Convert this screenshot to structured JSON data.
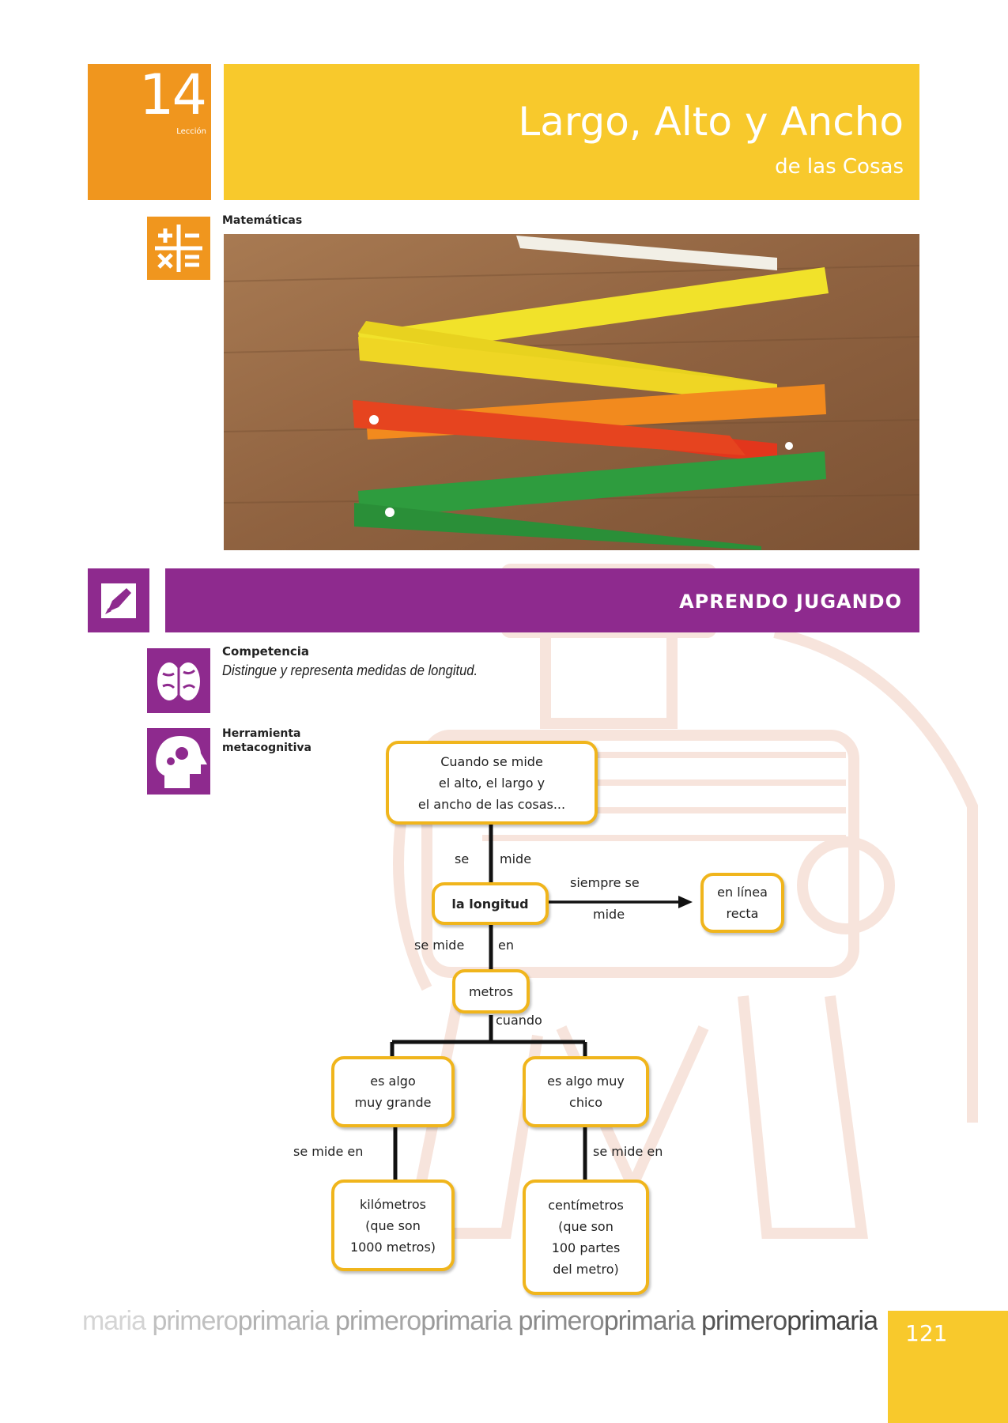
{
  "lesson": {
    "number": "14",
    "label": "Lección"
  },
  "title": {
    "main": "Largo, Alto y Ancho",
    "sub": "de las Cosas"
  },
  "subject": {
    "label": "Matemáticas",
    "icon": "math-operations-icon"
  },
  "section": {
    "title": "APRENDO JUGANDO",
    "icon": "rocket-icon"
  },
  "competence": {
    "label": "Competencia",
    "text": "Distingue y representa medidas de longitud.",
    "icon": "brain-icon"
  },
  "tool": {
    "label": "Herramienta metacognitiva",
    "icon": "head-gears-icon"
  },
  "concept_map": {
    "root": "Cuando se mide\nel alto, el largo y\nel ancho de las cosas...",
    "root_links": [
      "se",
      "mide"
    ],
    "center": "la longitud",
    "side_link": [
      "siempre se",
      "mide"
    ],
    "side": "en línea\nrecta",
    "down_links": [
      "se mide",
      "en"
    ],
    "unit": "metros",
    "branch_link": "cuando",
    "left_case": "es algo\nmuy grande",
    "right_case": "es algo muy\nchico",
    "left_link": "se mide en",
    "right_link": "se mide en",
    "left_unit": "kilómetros\n(que son\n1000 metros)",
    "right_unit": "centímetros\n(que son\n100 partes\ndel metro)"
  },
  "footer": {
    "items": [
      {
        "text": "maria ",
        "color": "#d4d4d4"
      },
      {
        "text": "primero",
        "color": "#c0c0c0"
      },
      {
        "text": "primaria ",
        "color": "#b4b4b4"
      },
      {
        "text": "primero",
        "color": "#a6a6a6"
      },
      {
        "text": "primaria ",
        "color": "#9a9a9a"
      },
      {
        "text": "primero",
        "color": "#8c8c8c"
      },
      {
        "text": "primaria ",
        "color": "#7a7a7a"
      },
      {
        "text": "primero",
        "color": "#555555"
      },
      {
        "text": "primaria",
        "color": "#444444"
      }
    ],
    "page": "121"
  }
}
